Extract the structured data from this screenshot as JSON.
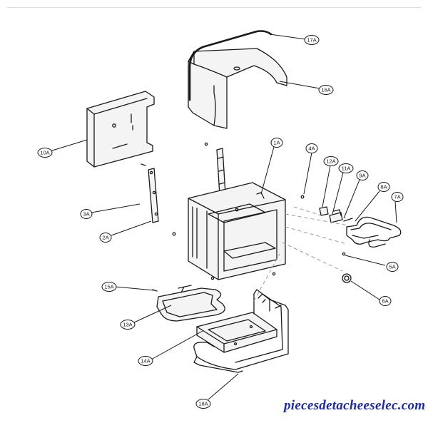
{
  "callouts": [
    {
      "id": "17A",
      "label": "17A"
    },
    {
      "id": "16A",
      "label": "16A"
    },
    {
      "id": "10A",
      "label": "10A"
    },
    {
      "id": "1A",
      "label": "1A"
    },
    {
      "id": "4A",
      "label": "4A"
    },
    {
      "id": "12A",
      "label": "12A"
    },
    {
      "id": "11A",
      "label": "11A"
    },
    {
      "id": "9A",
      "label": "9A"
    },
    {
      "id": "8A",
      "label": "8A"
    },
    {
      "id": "7A",
      "label": "7A"
    },
    {
      "id": "3A",
      "label": "3A"
    },
    {
      "id": "2A",
      "label": "2A"
    },
    {
      "id": "5A",
      "label": "5A"
    },
    {
      "id": "6A",
      "label": "6A"
    },
    {
      "id": "15A",
      "label": "15A"
    },
    {
      "id": "13A",
      "label": "13A"
    },
    {
      "id": "14A",
      "label": "14A"
    },
    {
      "id": "18A",
      "label": "18A"
    }
  ],
  "watermark": "piecesdetacheeselec.com"
}
